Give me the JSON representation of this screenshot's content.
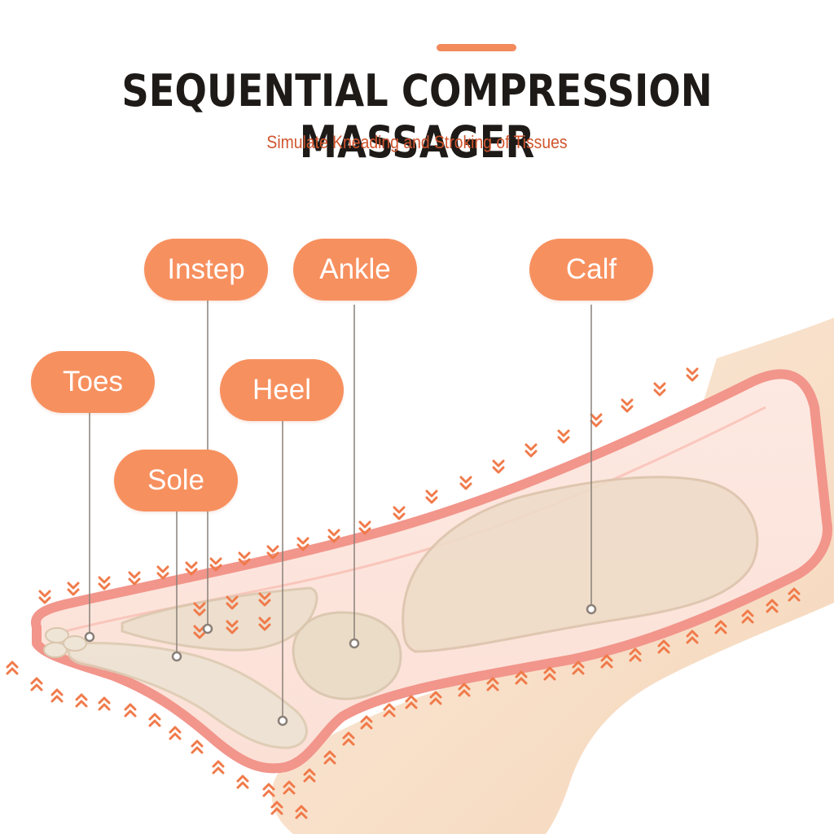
{
  "title": "SEQUENTIAL COMPRESSION MASSAGER",
  "subtitle": "Simulate Kneading and Stroking of Tissues",
  "zones": {
    "instep": "Instep",
    "ankle": "Ankle",
    "calf": "Calf",
    "toes": "Toes",
    "heel": "Heel",
    "sole": "Sole"
  },
  "colors": {
    "accent": "#f7905f",
    "title": "#1e1a17",
    "subtitle": "#d0552f",
    "sleeve": "#f5a39a",
    "skin": "#f6dcc3",
    "arrow": "#f07a4a"
  }
}
